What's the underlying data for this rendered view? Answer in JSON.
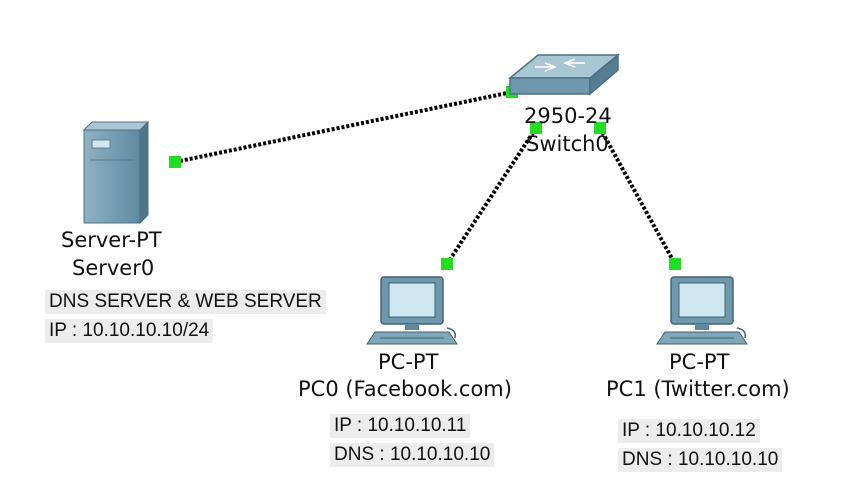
{
  "topology": {
    "switch": {
      "type": "2950-24",
      "name": "Switch0",
      "icon": "network-switch-icon"
    },
    "server": {
      "type": "Server-PT",
      "name": "Server0",
      "role": "DNS SERVER & WEB SERVER",
      "ip": "IP : 10.10.10.10/24",
      "icon": "server-tower-icon"
    },
    "pc0": {
      "type": "PC-PT",
      "name": "PC0 (Facebook.com)",
      "ip": "IP : 10.10.10.11",
      "dns": "DNS : 10.10.10.10",
      "icon": "desktop-pc-icon"
    },
    "pc1": {
      "type": "PC-PT",
      "name": "PC1 (Twitter.com)",
      "ip": "IP : 10.10.10.12",
      "dns": "DNS : 10.10.10.10",
      "icon": "desktop-pc-icon"
    },
    "links": [
      {
        "from": "Server0",
        "to": "Switch0",
        "status": "up"
      },
      {
        "from": "Switch0",
        "to": "PC0 (Facebook.com)",
        "status": "up"
      },
      {
        "from": "Switch0",
        "to": "PC1 (Twitter.com)",
        "status": "up"
      }
    ],
    "colors": {
      "link": "#000000",
      "link_up": "#22dd22",
      "device": "#6f98ad",
      "switch": "#7fa6b9"
    }
  }
}
